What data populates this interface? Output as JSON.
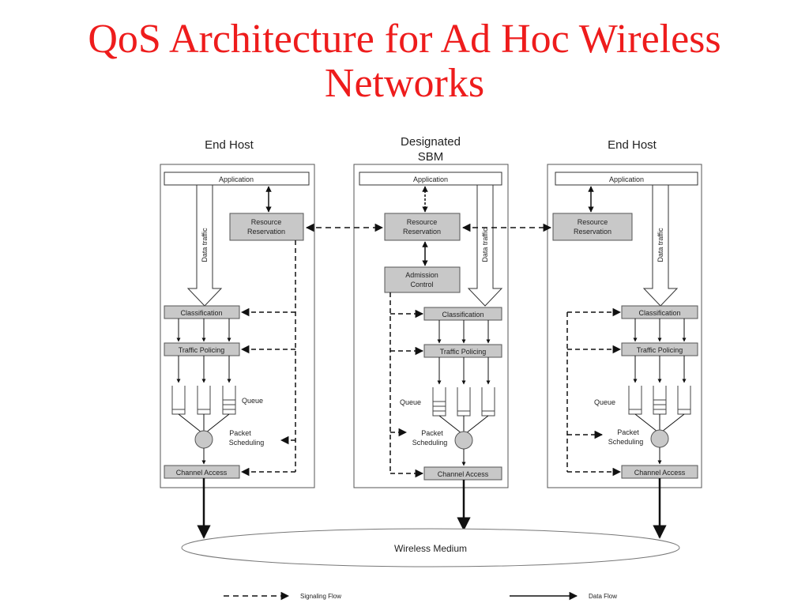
{
  "slide": {
    "title_line1": "QoS Architecture for Ad Hoc Wireless",
    "title_line2": "Networks"
  },
  "diagram": {
    "left_host": {
      "header": "End Host",
      "application": "Application",
      "data_traffic": "Data traffic",
      "resource_reservation_1": "Resource",
      "resource_reservation_2": "Reservation",
      "classification": "Classification",
      "traffic_policing": "Traffic Policing",
      "queue": "Queue",
      "packet_scheduling_1": "Packet",
      "packet_scheduling_2": "Scheduling",
      "channel_access": "Channel Access"
    },
    "sbm": {
      "header_1": "Designated",
      "header_2": "SBM",
      "application": "Application",
      "data_traffic": "Data traffic",
      "resource_reservation_1": "Resource",
      "resource_reservation_2": "Reservation",
      "admission_control_1": "Admission",
      "admission_control_2": "Control",
      "classification": "Classification",
      "traffic_policing": "Traffic Policing",
      "queue": "Queue",
      "packet_scheduling_1": "Packet",
      "packet_scheduling_2": "Scheduling",
      "channel_access": "Channel Access"
    },
    "right_host": {
      "header": "End Host",
      "application": "Application",
      "data_traffic": "Data traffic",
      "resource_reservation_1": "Resource",
      "resource_reservation_2": "Reservation",
      "classification": "Classification",
      "traffic_policing": "Traffic Policing",
      "queue": "Queue",
      "packet_scheduling_1": "Packet",
      "packet_scheduling_2": "Scheduling",
      "channel_access": "Channel Access"
    },
    "wireless_medium": "Wireless Medium",
    "legend": {
      "signaling_flow": "Signaling Flow",
      "data_flow": "Data Flow"
    }
  },
  "colors": {
    "title": "#ee1c1c",
    "block_fill": "#c8c8c8",
    "line": "#111111"
  }
}
